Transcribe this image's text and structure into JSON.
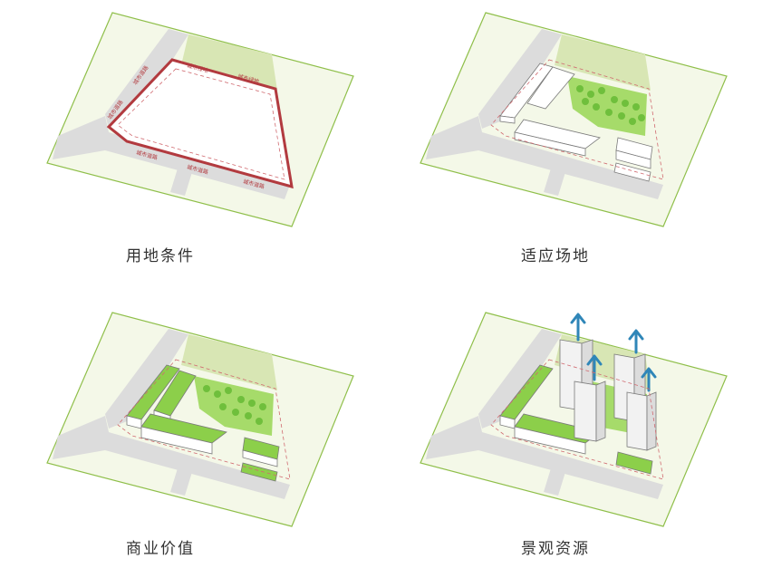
{
  "panels": [
    {
      "caption": "用地条件",
      "labels": [
        "城市绿地",
        "城市绿地",
        "城市道路",
        "城市道路",
        "城市道路",
        "城市道路",
        "城市道路"
      ]
    },
    {
      "caption": "适应场地"
    },
    {
      "caption": "商业价值"
    },
    {
      "caption": "景观资源"
    }
  ],
  "colors": {
    "ground": "#f3f7e6",
    "green": "#8ccf4a",
    "road": "#d9d9d9",
    "boundary": "#b23a3f",
    "arrow": "#2f86b8"
  }
}
